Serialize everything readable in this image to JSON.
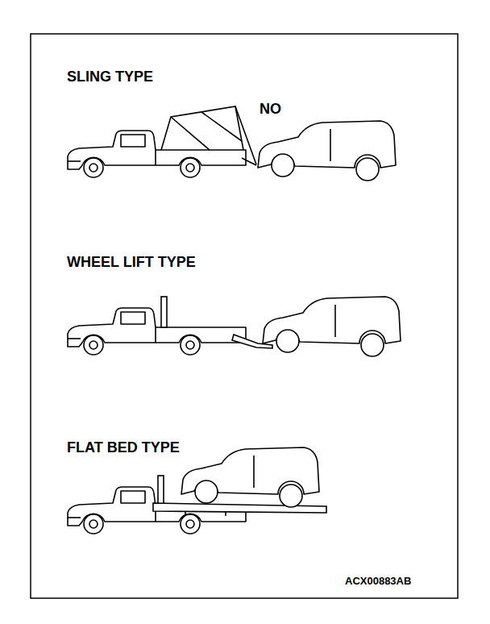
{
  "diagram": {
    "labels": [
      "SLING TYPE",
      "NO",
      "WHEEL LIFT TYPE",
      "FLAT BED TYPE",
      "ACX00883AB"
    ]
  }
}
